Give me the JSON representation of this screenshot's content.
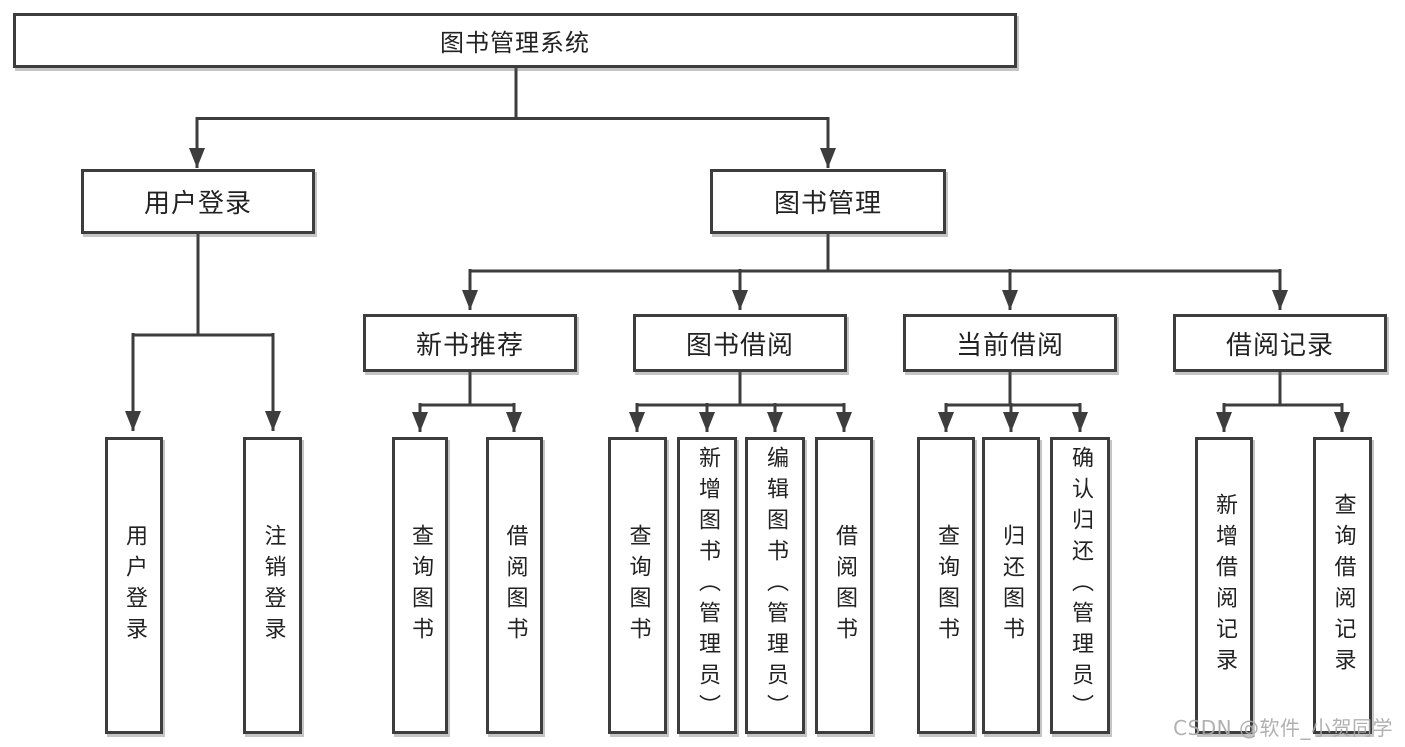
{
  "tree": {
    "root": {
      "label": "图书管理系统"
    },
    "branches": [
      {
        "label": "用户登录",
        "children": [
          {
            "label": "用户登录"
          },
          {
            "label": "注销登录"
          }
        ]
      },
      {
        "label": "图书管理",
        "groups": [
          {
            "label": "新书推荐",
            "children": [
              {
                "label": "查询图书"
              },
              {
                "label": "借阅图书"
              }
            ]
          },
          {
            "label": "图书借阅",
            "children": [
              {
                "label": "查询图书"
              },
              {
                "label": "新增图书（管理员）"
              },
              {
                "label": "编辑图书（管理员）"
              },
              {
                "label": "借阅图书"
              }
            ]
          },
          {
            "label": "当前借阅",
            "children": [
              {
                "label": "查询图书"
              },
              {
                "label": "归还图书"
              },
              {
                "label": "确认归还（管理员）"
              }
            ]
          },
          {
            "label": "借阅记录",
            "children": [
              {
                "label": "新增借阅记录"
              },
              {
                "label": "查询借阅记录"
              }
            ]
          }
        ]
      }
    ]
  },
  "watermark": {
    "text": "CSDN @软件_小贺同学"
  },
  "colors": {
    "line": "#3d3d3d",
    "text": "#222222",
    "watermark": "#a9a9a9",
    "background": "#ffffff"
  }
}
